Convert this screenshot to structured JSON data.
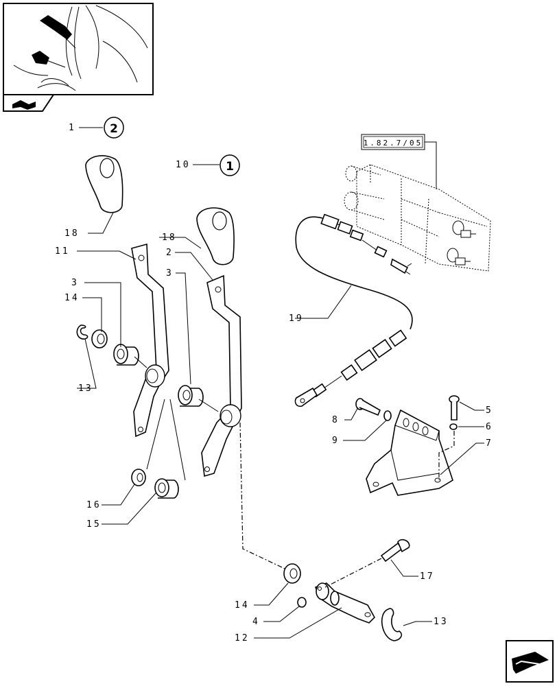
{
  "thumbnail": {
    "icon": "tractor-cab-levers-thumbnail"
  },
  "nav_icons": {
    "top": "book-icon",
    "bottom": "next-page-arrow-icon"
  },
  "reference_box": "1.82.7/05",
  "callouts": {
    "c1": "1",
    "c1_circle": "2",
    "c10": "10",
    "c10_circle": "1",
    "c18a": "18",
    "c18b": "18",
    "c11": "11",
    "c2": "2",
    "c3a": "3",
    "c3b": "3",
    "c14a": "14",
    "c13a": "13",
    "c16": "16",
    "c15": "15",
    "c19": "19",
    "c8": "8",
    "c9": "9",
    "c5": "5",
    "c6": "6",
    "c7": "7",
    "c17": "17",
    "c14b": "14",
    "c4": "4",
    "c12": "12",
    "c13b": "13"
  }
}
